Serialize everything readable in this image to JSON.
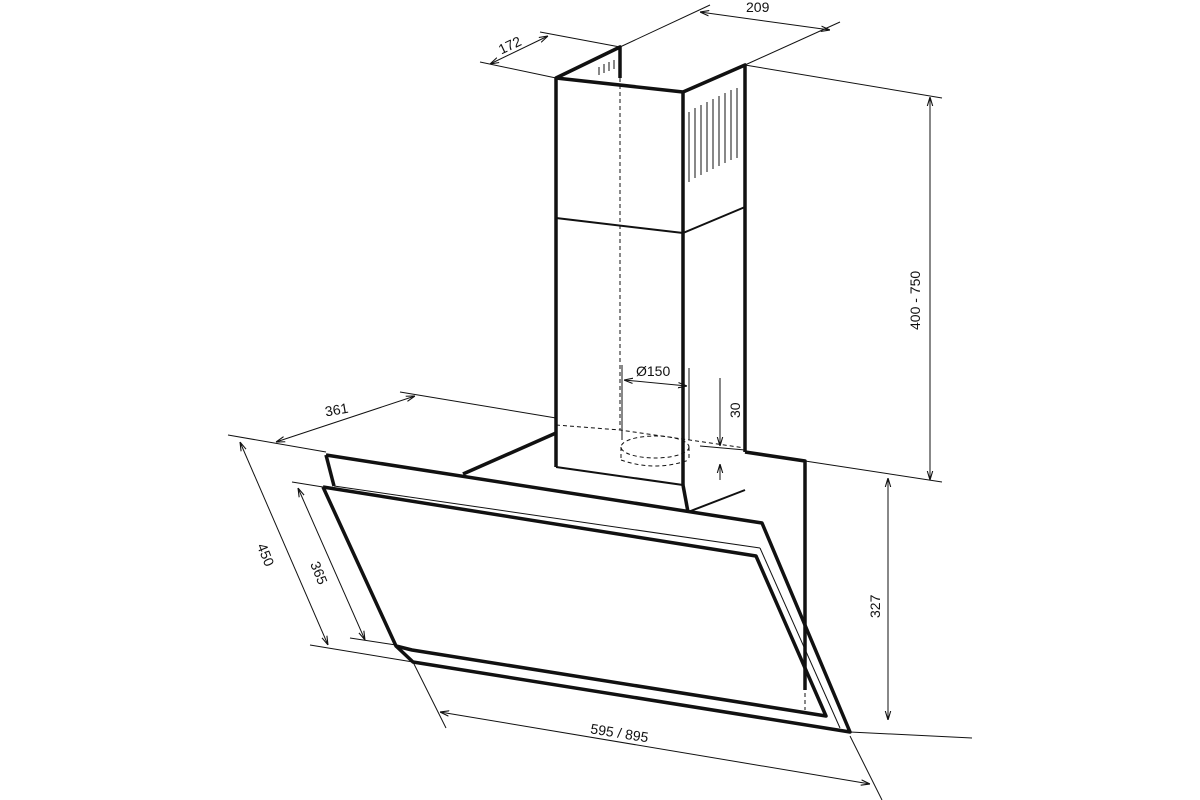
{
  "title": "Cooker hood dimension drawing",
  "dimensions": {
    "chimney_width": "209",
    "chimney_depth": "172",
    "chimney_height": "400 - 750",
    "duct_diameter": "Ø150",
    "duct_offset": "30",
    "body_depth": "361",
    "panel_height_outer": "450",
    "panel_height_inner": "365",
    "body_height": "327",
    "width": "595 / 895"
  }
}
